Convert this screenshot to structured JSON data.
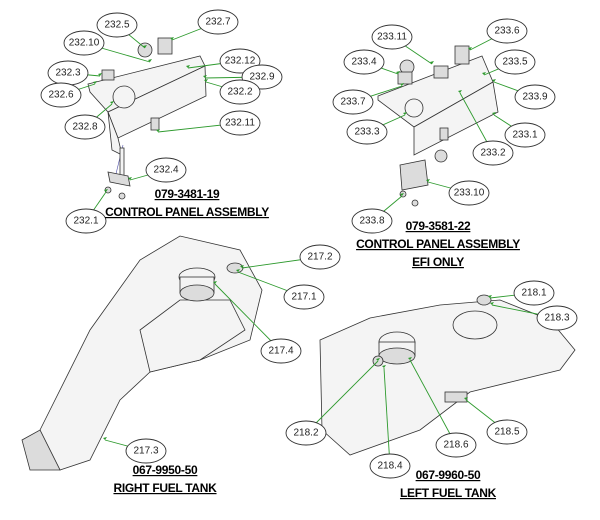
{
  "assemblies": [
    {
      "part_number": "079-3481-19",
      "title_lines": [
        "CONTROL PANEL ASSEMBLY"
      ],
      "callouts": [
        "232.5",
        "232.7",
        "232.10",
        "232.12",
        "232.3",
        "232.9",
        "232.6",
        "232.2",
        "232.8",
        "232.11",
        "232.4",
        "232.1"
      ]
    },
    {
      "part_number": "079-3581-22",
      "title_lines": [
        "CONTROL PANEL ASSEMBLY",
        "EFI ONLY"
      ],
      "callouts": [
        "233.11",
        "233.6",
        "233.4",
        "233.5",
        "233.7",
        "233.9",
        "233.3",
        "233.1",
        "233.2",
        "233.10",
        "233.8"
      ]
    },
    {
      "part_number": "067-9950-50",
      "title_lines": [
        "RIGHT FUEL TANK"
      ],
      "callouts": [
        "217.2",
        "217.1",
        "217.4",
        "217.3"
      ]
    },
    {
      "part_number": "067-9960-50",
      "title_lines": [
        "LEFT FUEL TANK"
      ],
      "callouts": [
        "218.1",
        "218.3",
        "218.2",
        "218.6",
        "218.5",
        "218.4"
      ]
    }
  ],
  "colors": {
    "leader": "#2e9a2e",
    "outline": "#333333"
  }
}
